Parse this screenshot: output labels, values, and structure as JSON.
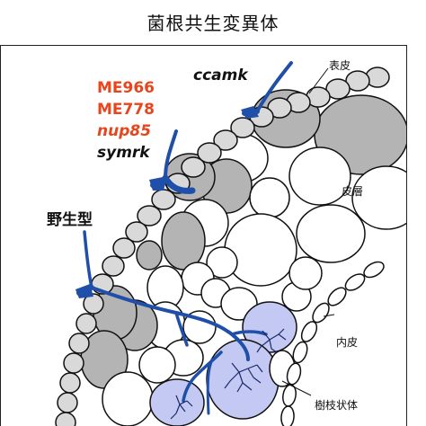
{
  "title": "菌根共生変異体",
  "labels": {
    "epidermis": "表皮",
    "cortex": "皮層",
    "endodermis": "内皮",
    "arbuscule": "樹枝状体"
  },
  "mutants": {
    "me966": "ME966",
    "me778": "ME778",
    "nup85": "nup85",
    "symrk": "symrk",
    "ccamk": "ccamk",
    "wildtype": "野生型"
  },
  "colors": {
    "hypha": "#1f4fa8",
    "epidermis_cell": "#d9d9d9",
    "cortex_gray": "#b4b4b4",
    "arbuscule_cell": "#c3c9f2",
    "mutant_label": "#e8451d"
  }
}
